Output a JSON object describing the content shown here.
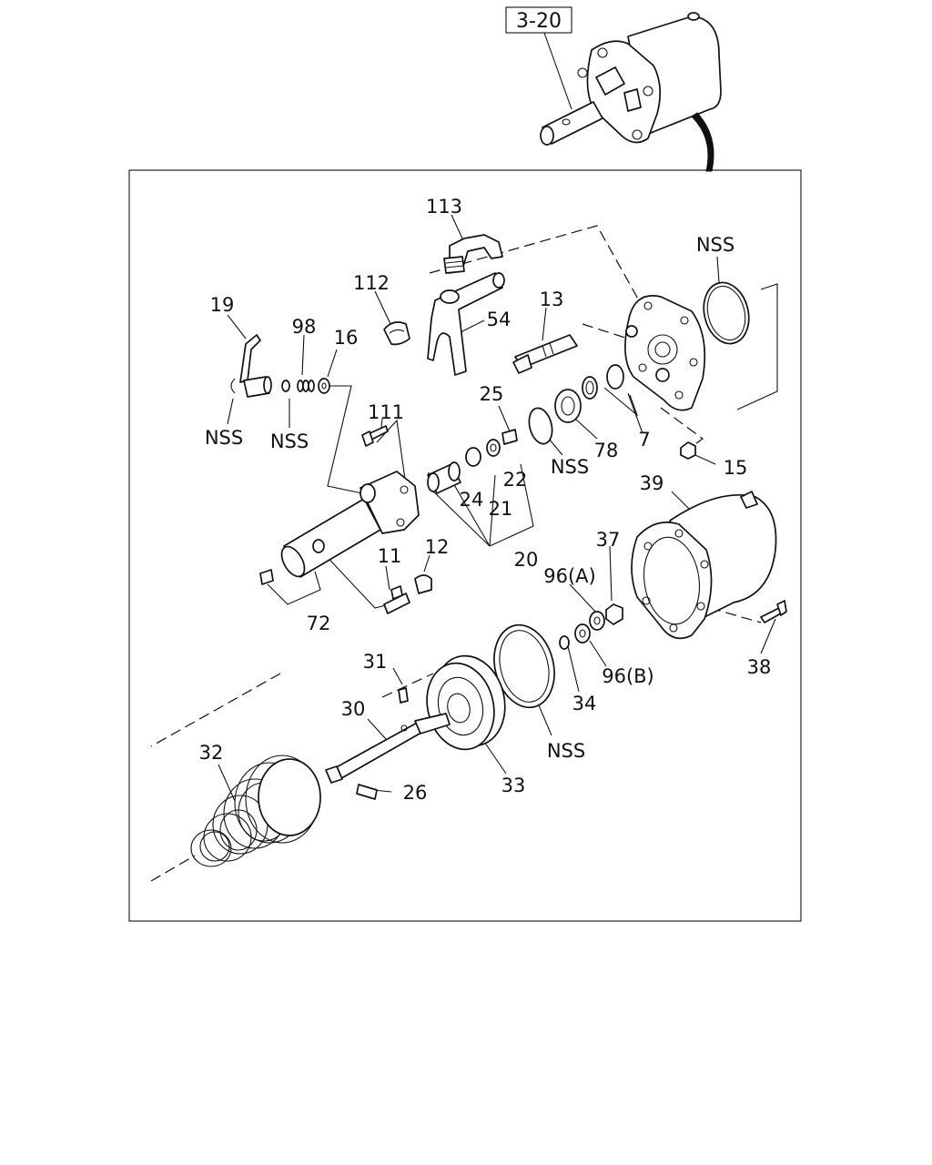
{
  "reference": "3-20",
  "labels": {
    "l113": "113",
    "l112": "112",
    "l54": "54",
    "l13": "13",
    "l19": "19",
    "l98": "98",
    "l16": "16",
    "l111": "111",
    "l25": "25",
    "l22": "22",
    "l24": "24",
    "l21": "21",
    "l20": "20",
    "l78": "78",
    "l7": "7",
    "l15": "15",
    "l39": "39",
    "l37": "37",
    "l96a": "96(A)",
    "l96b": "96(B)",
    "l34": "34",
    "l38": "38",
    "l11": "11",
    "l12": "12",
    "l72": "72",
    "l31": "31",
    "l30": "30",
    "l32": "32",
    "l26": "26",
    "l33": "33",
    "nss_top": "NSS",
    "nss_g": "NSS",
    "nss_o": "NSS",
    "nss_25": "NSS",
    "nss_33": "NSS"
  }
}
